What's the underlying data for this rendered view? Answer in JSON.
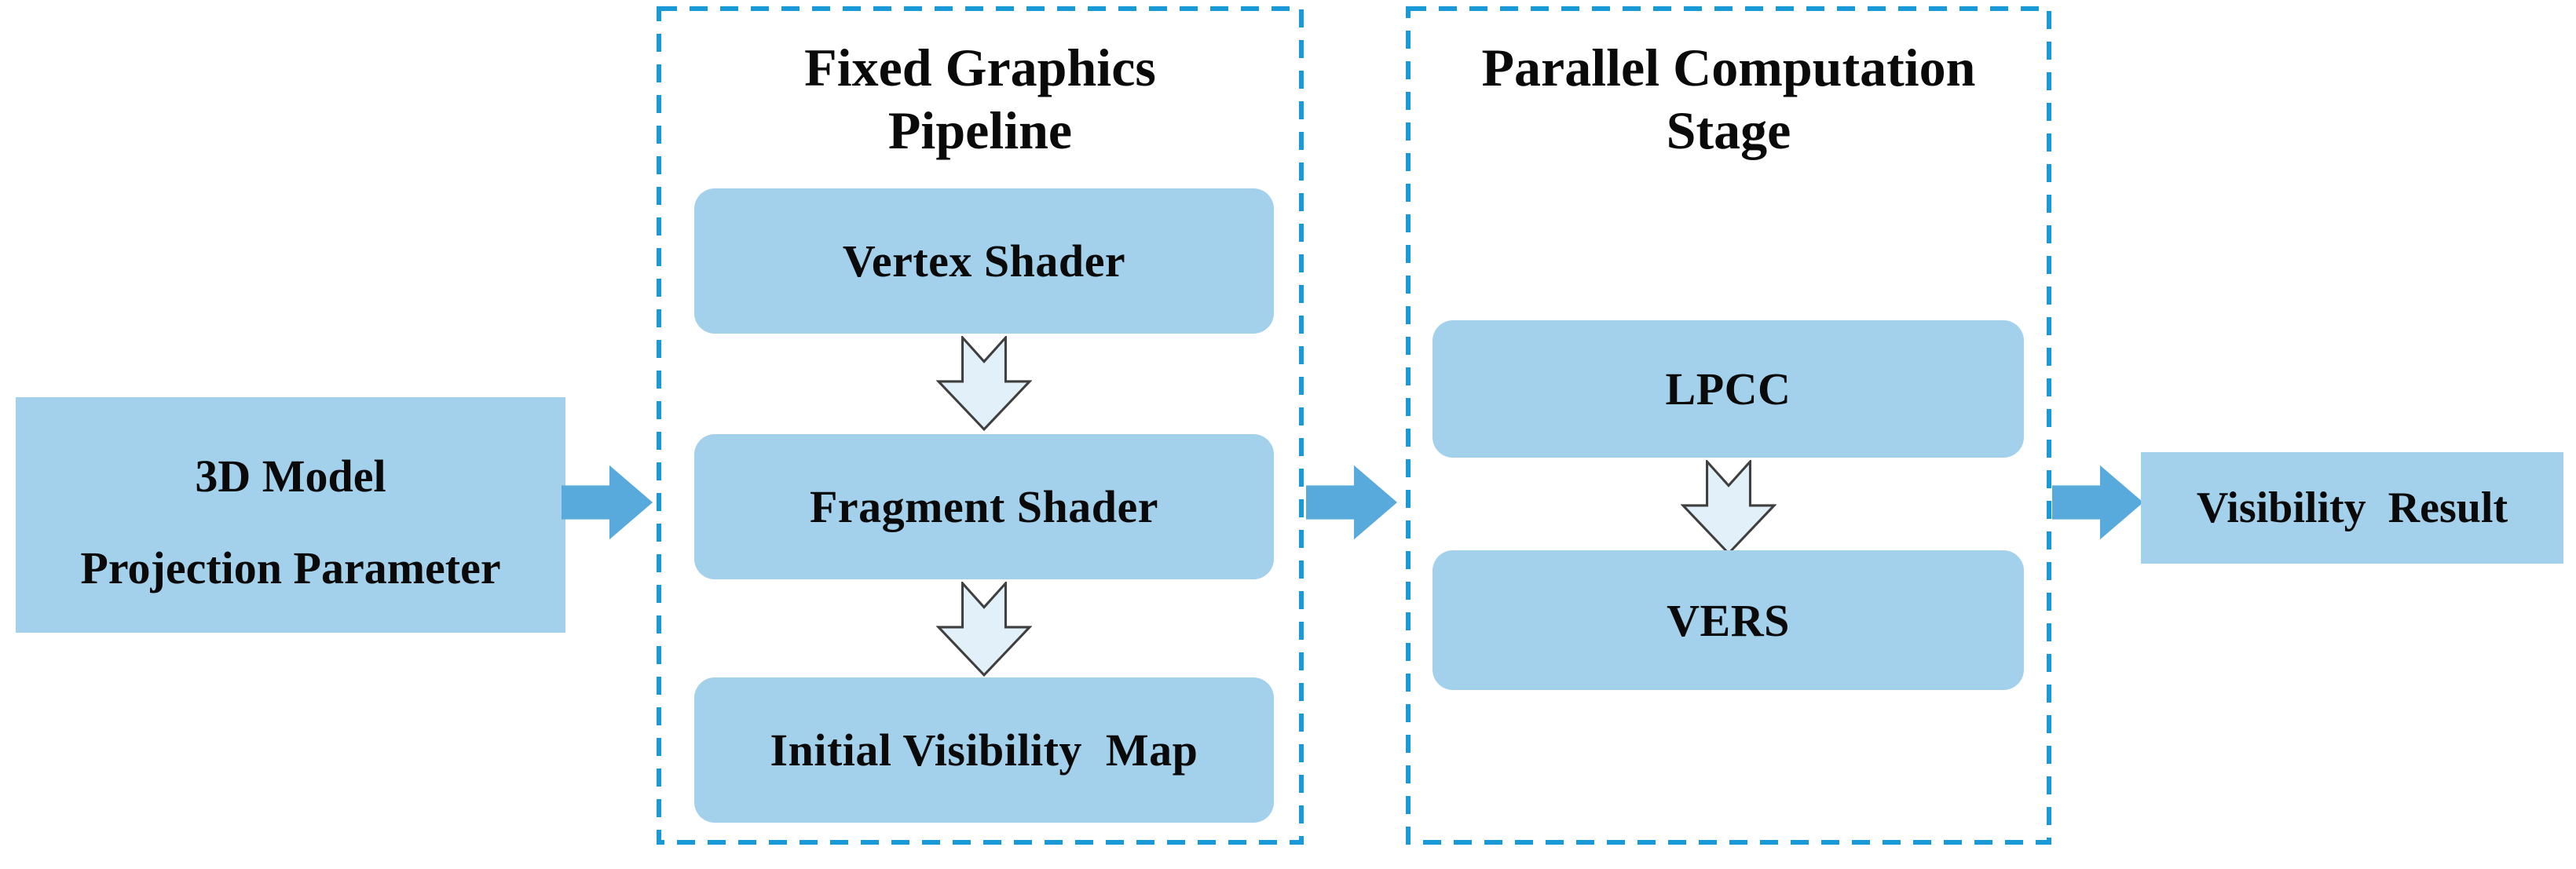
{
  "figure": {
    "input_box": {
      "line1": "3D Model",
      "line2": "Projection Parameter"
    },
    "fixed_pipeline": {
      "title_line1": "Fixed Graphics",
      "title_line2": "Pipeline",
      "stages": [
        {
          "label": "Vertex Shader"
        },
        {
          "label": "Fragment Shader"
        },
        {
          "label": "Initial Visibility  Map"
        }
      ]
    },
    "parallel_stage": {
      "title_line1": "Parallel Computation",
      "title_line2": "Stage",
      "stages": [
        {
          "label": "LPCC"
        },
        {
          "label": "VERS"
        }
      ]
    },
    "output_box": {
      "label": "Visibility  Result"
    },
    "colors": {
      "stage_box_fill": "#a3d1ec",
      "solid_arrow": "#57aadb",
      "dashed_border": "#1999d6",
      "hollow_arrow_fill": "#e1f0f9",
      "hollow_arrow_stroke": "#3f3f3f",
      "text": "#0a0a0a",
      "background": "#ffffff"
    }
  }
}
